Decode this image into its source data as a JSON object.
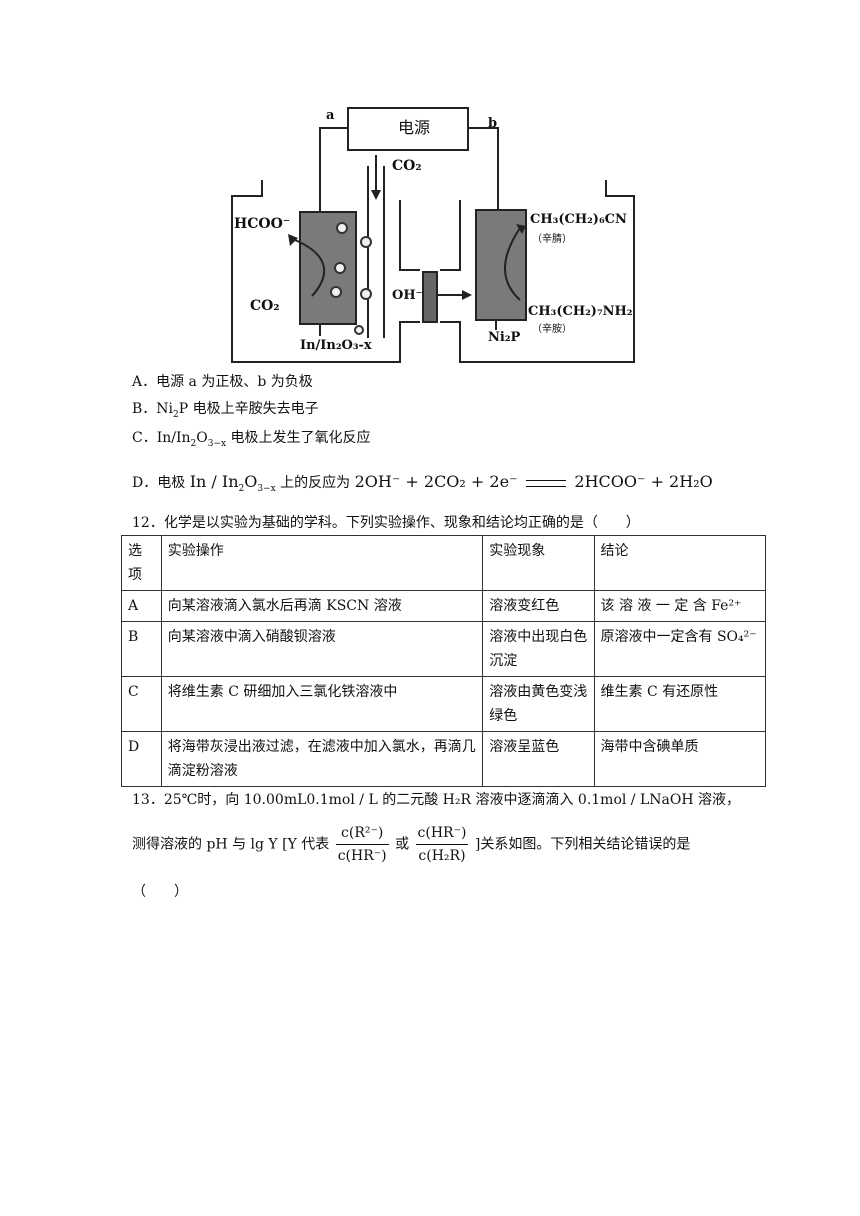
{
  "diagram": {
    "power_label": "电源",
    "terminal_a": "a",
    "terminal_b": "b",
    "co2_top": "CO₂",
    "hcoo_label": "HCOO⁻",
    "co2_left": "CO₂",
    "oh_label": "OH⁻",
    "left_electrode": "In/In₂O₃-x",
    "right_electrode": "Ni₂P",
    "nitrile_label": "CH₃(CH₂)₆CN",
    "nitrile_name": "（辛腈）",
    "amine_label": "CH₃(CH₂)₇NH₂",
    "amine_name": "（辛胺）"
  },
  "q11_options": {
    "A": "A．电源 a 为正极、b 为负极",
    "B_prefix": "B．Ni",
    "B_sub": "2",
    "B_suffix": "P 电极上辛胺失去电子",
    "C_prefix": "C．In/In",
    "C_sub1": "2",
    "C_mid": "O",
    "C_sub2": "3−x",
    "C_suffix": " 电极上发生了氧化反应",
    "D_prefix": "D．电极",
    "D_formula_left": "In / In",
    "D_sub1": "2",
    "D_o": "O",
    "D_sub2": "3−x",
    "D_mid": "上的反应为",
    "D_equation_left": "2OH⁻ + 2CO₂ + 2e⁻",
    "D_equation_right": "2HCOO⁻ + 2H₂O"
  },
  "q12": {
    "stem": "12．化学是以实验为基础的学科。下列实验操作、现象和结论均正确的是（　　）",
    "headers": [
      "选项",
      "实验操作",
      "实验现象",
      "结论"
    ],
    "rows": [
      {
        "opt": "A",
        "op": "向某溶液滴入氯水后再滴 KSCN 溶液",
        "ph": "溶液变红色",
        "concl": "该 溶 液 一 定 含 Fe²⁺"
      },
      {
        "opt": "B",
        "op": "向某溶液中滴入硝酸钡溶液",
        "ph": "溶液中出现白色沉淀",
        "concl": "原溶液中一定含有 SO₄²⁻"
      },
      {
        "opt": "C",
        "op": "将维生素 C 研细加入三氯化铁溶液中",
        "ph": "溶液由黄色变浅绿色",
        "concl": "维生素 C 有还原性"
      },
      {
        "opt": "D",
        "op": "将海带灰浸出液过滤，在滤液中加入氯水，再滴几滴淀粉溶液",
        "ph": "溶液呈蓝色",
        "concl": "海带中含碘单质"
      }
    ]
  },
  "q13": {
    "line1": "13．25℃时，向 10.00mL0.1mol / L 的二元酸 H₂R 溶液中逐滴滴入 0.1mol / LNaOH 溶液，",
    "line2_prefix": "测得溶液的 pH 与 lg Y [Y 代表",
    "frac1_num": "c(R²⁻)",
    "frac1_den": "c(HR⁻)",
    "or": "或",
    "frac2_num": "c(HR⁻)",
    "frac2_den": "c(H₂R)",
    "line2_suffix": "]关系如图。下列相关结论错误的是",
    "bracket": "（　　）"
  }
}
